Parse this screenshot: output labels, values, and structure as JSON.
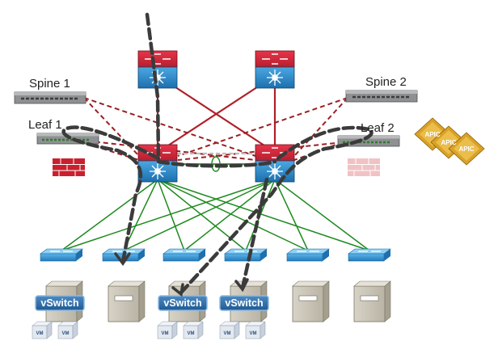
{
  "labels": {
    "spine1": "Spine 1",
    "spine2": "Spine 2",
    "leaf1": "Leaf 1",
    "leaf2": "Leaf 2"
  },
  "vswitch_label": "vSwitch",
  "vm_label": "VM",
  "apic_label": "APIC",
  "colors": {
    "core_red": "#b0202a",
    "dashed_red": "#9a1f24",
    "green_links": "#1e8a1e",
    "gray_dashed": "#bdbdbd",
    "switch_blue": "#2f89c8",
    "flow_dashed": "#3b3b3b",
    "apic_gold": "#d9a227"
  },
  "icons": [
    "router-icon",
    "switch-icon",
    "firewall-icon",
    "server-icon",
    "vm-icon",
    "apic-icon"
  ]
}
